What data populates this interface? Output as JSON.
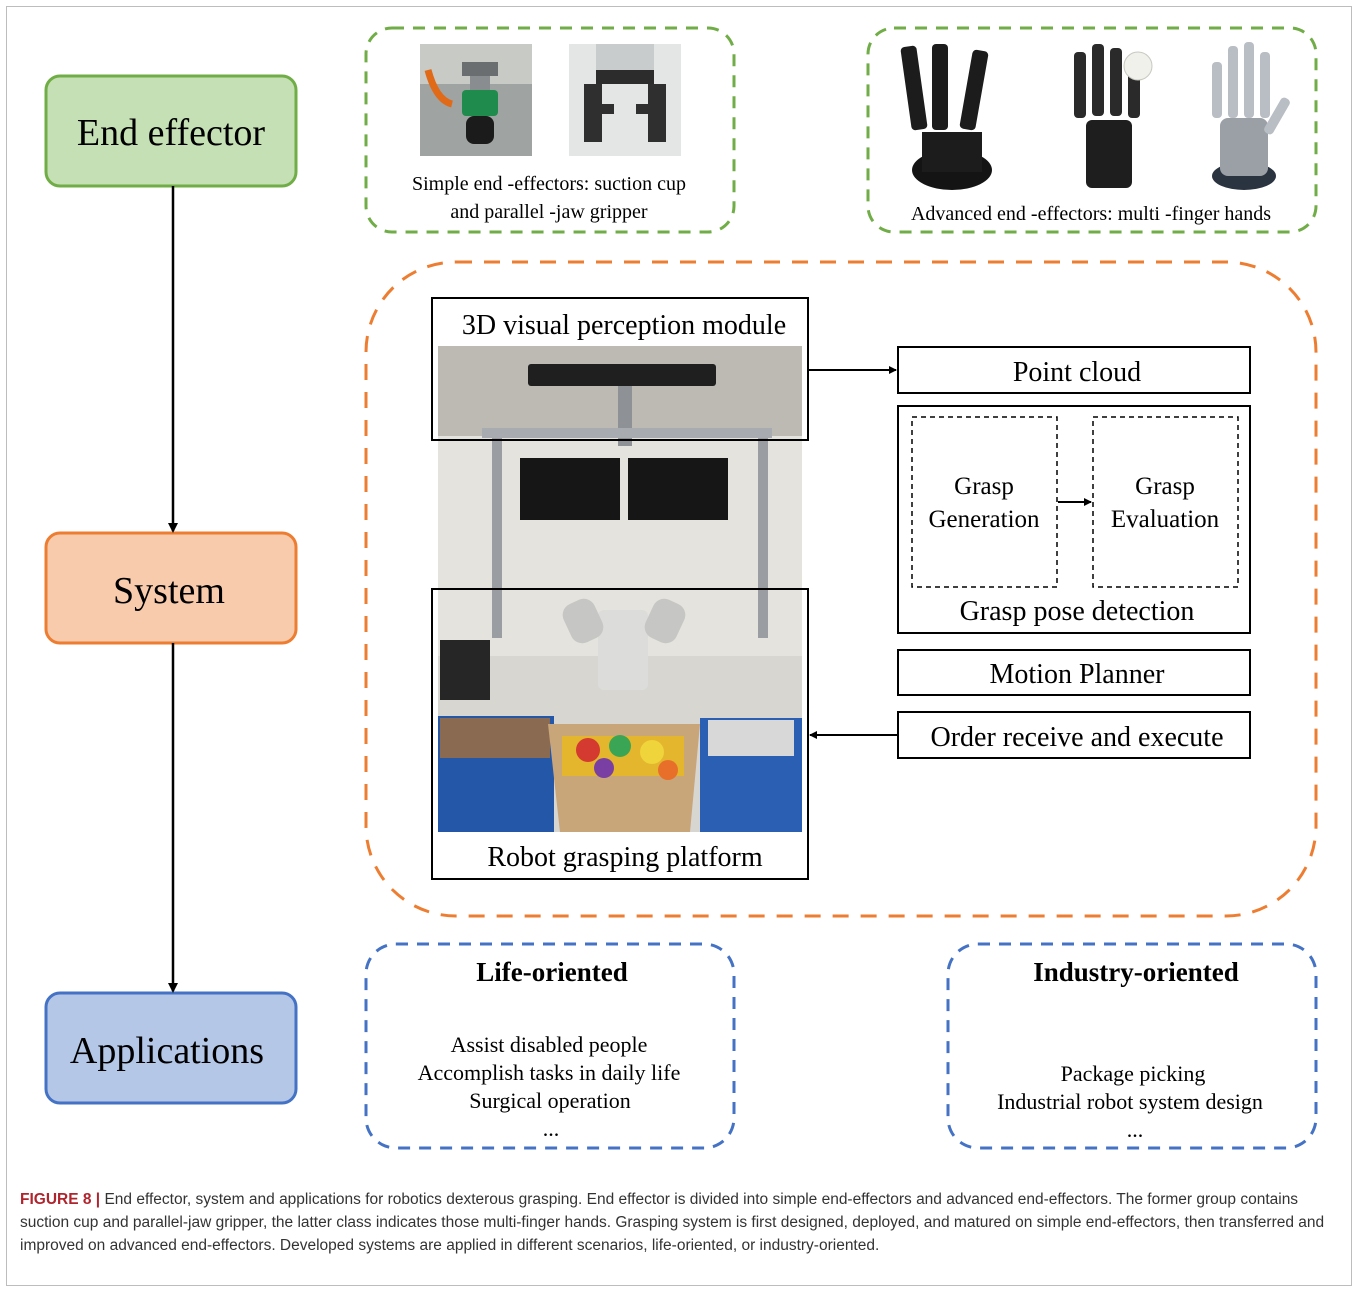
{
  "categories": {
    "end_effector": "End effector",
    "system": "System",
    "applications": "Applications"
  },
  "simple_effectors": {
    "line1": "Simple end -effectors: suction cup",
    "line2": "and parallel -jaw gripper"
  },
  "advanced_effectors": {
    "label": "Advanced end -effectors: multi -finger hands"
  },
  "system_panel": {
    "perception_label": "3D visual perception module",
    "platform_label": "Robot grasping platform",
    "point_cloud": "Point cloud",
    "grasp_generation_1": "Grasp",
    "grasp_generation_2": "Generation",
    "grasp_evaluation_1": "Grasp",
    "grasp_evaluation_2": "Evaluation",
    "grasp_pose_detection": "Grasp pose detection",
    "motion_planner": "Motion Planner",
    "order_receive": "Order receive and execute"
  },
  "life_oriented": {
    "title": "Life-oriented",
    "items": [
      "Assist disabled people",
      "Accomplish  tasks in daily life",
      "Surgical operation",
      "..."
    ]
  },
  "industry_oriented": {
    "title": "Industry-oriented",
    "items": [
      "Package picking",
      "Industrial robot system design",
      "..."
    ]
  },
  "caption": {
    "label": "FIGURE 8 |",
    "text": " End effector, system and applications for robotics dexterous grasping. End effector is divided into simple end-effectors and advanced end-effectors. The former group contains suction cup and parallel-jaw gripper, the latter class indicates those multi-finger hands. Grasping system is first designed, deployed, and matured on simple end-effectors, then transferred and improved on advanced end-effectors. Developed systems are applied in different scenarios, life-oriented, or industry-oriented."
  },
  "colors": {
    "green_fill": "#c5e0b4",
    "green_border": "#70ad47",
    "orange_fill": "#f8cbad",
    "orange_border": "#ed7d31",
    "blue_fill": "#b4c7e7",
    "blue_border": "#4472c4",
    "caption_label": "#b0242e"
  }
}
